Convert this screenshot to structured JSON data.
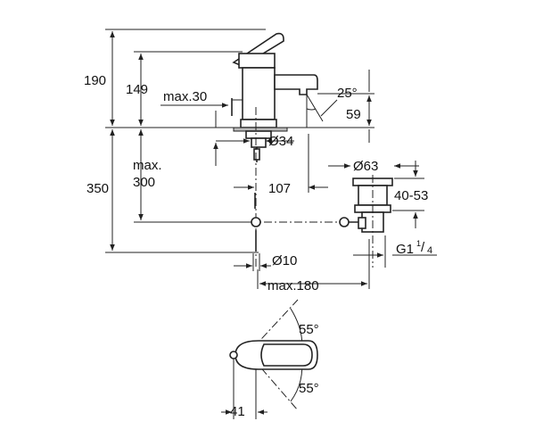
{
  "drawing": {
    "ink_color": "#222222",
    "background": "#ffffff"
  },
  "dimensions": {
    "total_height": "190",
    "spout_height": "149",
    "max_thickness": "max.30",
    "spout_angle": "25°",
    "spout_clearance": "59",
    "hole_diameter": "Ø34",
    "max_length_label": "max.",
    "max_length_value": "300",
    "overall_length": "350",
    "spout_reach": "107",
    "waste_diameter": "Ø63",
    "waste_range": "40-53",
    "thread_prefix": "G1",
    "thread_numerator": "1",
    "thread_slash": "/",
    "thread_denominator": "4",
    "supply_diameter": "Ø10",
    "max_waste_distance": "max.180",
    "lever_angle_top": "55°",
    "lever_angle_bottom": "55°",
    "lever_offset": "41"
  }
}
